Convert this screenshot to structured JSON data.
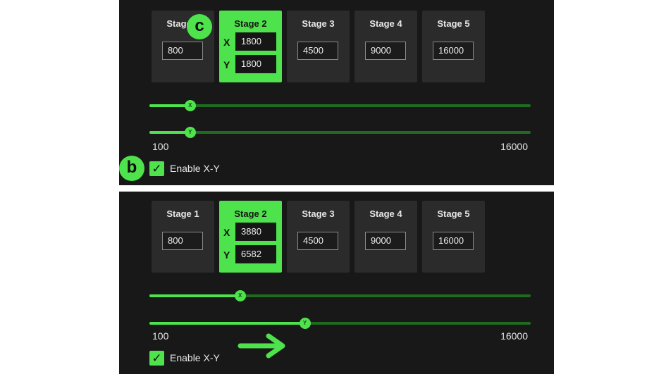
{
  "colors": {
    "accent": "#4ee24c",
    "panel": "#181818",
    "card": "#2b2b2b",
    "track": "#1f6b1f"
  },
  "top": {
    "stages": [
      {
        "title": "Stage 1",
        "value": "800"
      },
      {
        "title": "Stage 2",
        "x": "1800",
        "y": "1800",
        "active": true
      },
      {
        "title": "Stage 3",
        "value": "4500"
      },
      {
        "title": "Stage 4",
        "value": "9000"
      },
      {
        "title": "Stage 5",
        "value": "16000"
      }
    ],
    "axis_x": "X",
    "axis_y": "Y",
    "slider_x": {
      "thumb": "X",
      "value": 1800
    },
    "slider_y": {
      "thumb": "Y",
      "value": 1800
    },
    "range_min": "100",
    "range_max": "16000",
    "enable_label": "Enable X-Y",
    "enable_checked": true,
    "callout_b": "b",
    "callout_c": "c"
  },
  "bottom": {
    "stages": [
      {
        "title": "Stage 1",
        "value": "800"
      },
      {
        "title": "Stage 2",
        "x": "3880",
        "y": "6582",
        "active": true
      },
      {
        "title": "Stage 3",
        "value": "4500"
      },
      {
        "title": "Stage 4",
        "value": "9000"
      },
      {
        "title": "Stage 5",
        "value": "16000"
      }
    ],
    "axis_x": "X",
    "axis_y": "Y",
    "slider_x": {
      "thumb": "X",
      "value": 3880
    },
    "slider_y": {
      "thumb": "Y",
      "value": 6582
    },
    "range_min": "100",
    "range_max": "16000",
    "enable_label": "Enable X-Y",
    "enable_checked": true,
    "arrow_icon": "right-arrow-icon"
  }
}
